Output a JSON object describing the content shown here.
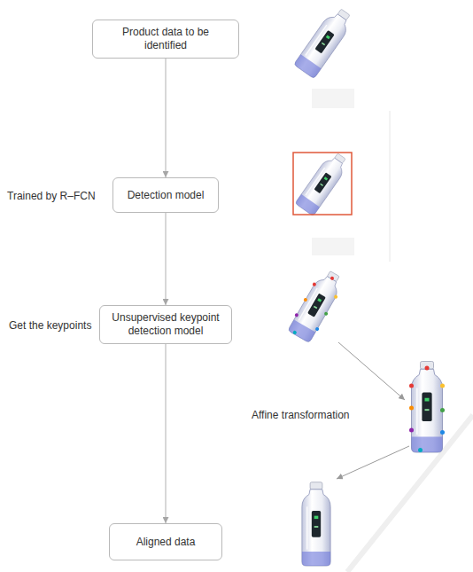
{
  "diagram": {
    "nodes": [
      {
        "text": [
          "Product data to be identified"
        ]
      },
      {
        "text": [
          "Detection model"
        ]
      },
      {
        "text": [
          "Unsupervised keypoint detection model"
        ]
      },
      {
        "text": [
          "Aligned data"
        ]
      }
    ],
    "edges": [
      {
        "from": 0,
        "to": 1,
        "arrow": "to"
      },
      {
        "from": 1,
        "to": 2,
        "arrow": "to"
      },
      {
        "from": 2,
        "to": 3,
        "arrow": "to"
      }
    ],
    "labels": [
      "Trained by R–FCN",
      "Get the keypoints",
      "Affine transformation"
    ]
  }
}
